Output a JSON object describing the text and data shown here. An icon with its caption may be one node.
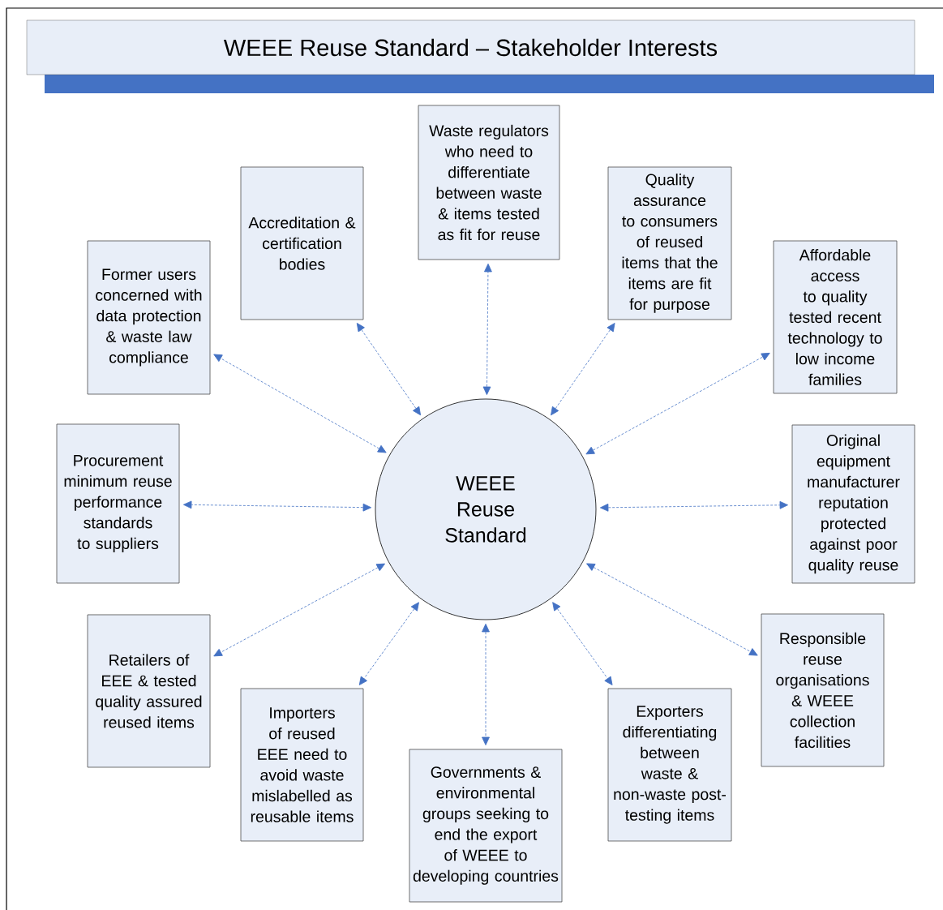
{
  "diagram": {
    "title": "WEEE Reuse Standard – Stakeholder Interests",
    "nodes": [
      {
        "text": [
          "WEEE Reuse Standard"
        ]
      },
      {
        "text": [
          "Waste regulators who need to differentiate between waste & items tested as fit for reuse"
        ]
      },
      {
        "text": [
          "Accreditation & certification bodies"
        ]
      },
      {
        "text": [
          "Quality assurance to consumers of reused items that the items are fit for purpose"
        ]
      },
      {
        "text": [
          "Former users concerned with data protection & waste law compliance"
        ]
      },
      {
        "text": [
          "Affordable access to quality tested recent technology to low income families"
        ]
      },
      {
        "text": [
          "Procurement minimum reuse performance standards to suppliers"
        ]
      },
      {
        "text": [
          "Original equipment manufacturer reputation protected against poor quality reuse"
        ]
      },
      {
        "text": [
          "Retailers of EEE & tested quality assured reused items"
        ]
      },
      {
        "text": [
          "Responsible reuse organisations & WEEE collection facilities"
        ]
      },
      {
        "text": [
          "Importers of reused EEE need to avoid waste mislabelled as reusable items"
        ]
      },
      {
        "text": [
          "Exporters differentiating between waste & non-waste post-testing items"
        ]
      },
      {
        "text": [
          "Governments & environmental groups seeking to end the export of WEEE to developing countries"
        ]
      }
    ],
    "edges": [
      {
        "from": 0,
        "to": 1,
        "arrow": "both"
      },
      {
        "from": 0,
        "to": 2,
        "arrow": "both"
      },
      {
        "from": 0,
        "to": 3,
        "arrow": "both"
      },
      {
        "from": 0,
        "to": 4,
        "arrow": "both"
      },
      {
        "from": 0,
        "to": 5,
        "arrow": "both"
      },
      {
        "from": 0,
        "to": 6,
        "arrow": "both"
      },
      {
        "from": 0,
        "to": 7,
        "arrow": "both"
      },
      {
        "from": 0,
        "to": 8,
        "arrow": "both"
      },
      {
        "from": 0,
        "to": 9,
        "arrow": "both"
      },
      {
        "from": 0,
        "to": 10,
        "arrow": "both"
      },
      {
        "from": 0,
        "to": 11,
        "arrow": "both"
      },
      {
        "from": 0,
        "to": 12,
        "arrow": "both"
      }
    ]
  }
}
